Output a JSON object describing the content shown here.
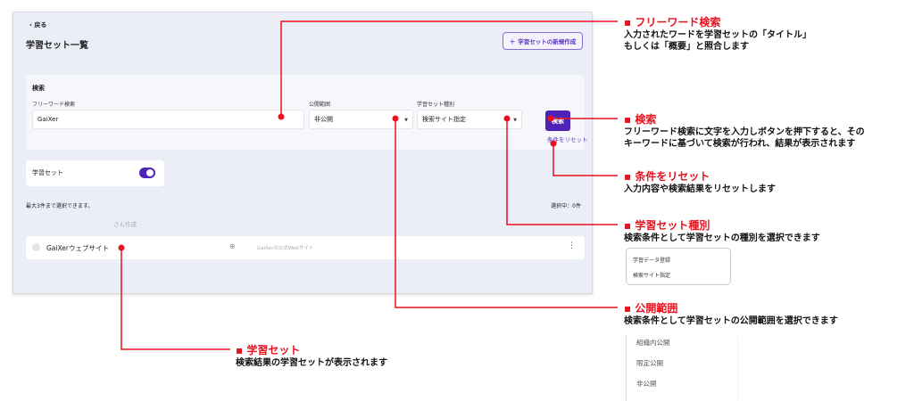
{
  "screen": {
    "back_label": "戻る",
    "page_title": "学習セット一覧",
    "new_button": "学習セットの新規作成",
    "search_heading": "検索",
    "freeword_label": "フリーワード検索",
    "freeword_value": "GaiXer",
    "visibility_label": "公開範囲",
    "visibility_value": "非公開",
    "type_label": "学習セット種別",
    "type_value": "検索サイト指定",
    "search_button": "検索",
    "reset_link": "条件をリセット",
    "toggle_label": "学習セット",
    "toggle_on": true,
    "max_note": "最大3件まで選択できます。",
    "selected_count": "選択中：0件",
    "creator_label": "さん作成",
    "result": {
      "title": "GaiXerウェブサイト",
      "description": "GaiXerの公式Webサイト"
    }
  },
  "annotations": [
    {
      "title": "フリーワード検索",
      "desc1": "入力されたワードを学習セットの「タイトル」",
      "desc2": "もしくは「概要」と照合します"
    },
    {
      "title": "検索",
      "desc1": "フリーワード検索に文字を入力しボタンを押下すると、その",
      "desc2": "キーワードに基づいて検索が行われ、結果が表示されます"
    },
    {
      "title": "条件をリセット",
      "desc1": "入力内容や検索結果をリセットします"
    },
    {
      "title": "学習セット種別",
      "desc1": "検索条件として学習セットの種別を選択できます",
      "options": [
        "学習データ登録",
        "検索サイト指定"
      ]
    },
    {
      "title": "公開範囲",
      "desc1": "検索条件として学習セットの公開範囲を選択できます",
      "options": [
        "組織内公開",
        "限定公開",
        "非公開"
      ]
    },
    {
      "title": "学習セット",
      "desc1": "検索結果の学習セットが表示されます"
    }
  ],
  "colors": {
    "accent": "#4f23b8",
    "annotation": "#e8121e"
  }
}
